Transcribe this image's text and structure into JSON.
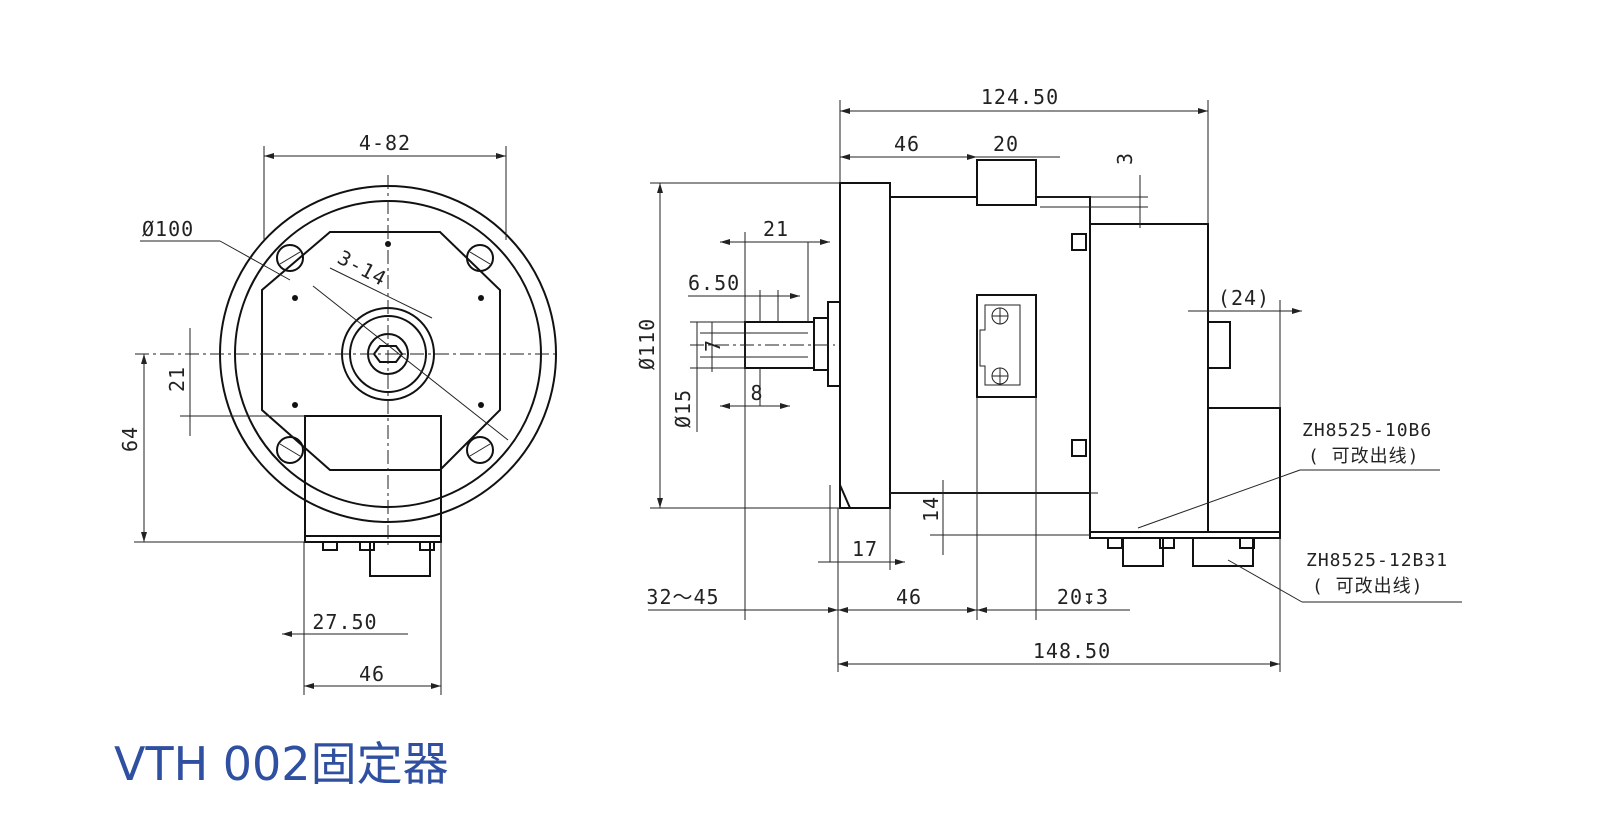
{
  "title": "VTH 002固定器",
  "colors": {
    "title": "#2f4fa0",
    "line": "#111111"
  },
  "front_view": {
    "dims": {
      "top_width": "4-82",
      "diameter": "Ø100",
      "holes": "3-14",
      "height_21": "21",
      "height_64": "64",
      "width_2750": "27.50",
      "width_46": "46"
    }
  },
  "side_view": {
    "dims": {
      "overall_top": "124.50",
      "d46_top": "46",
      "d20_top": "20",
      "d3": "3",
      "d21": "21",
      "d650": "6.50",
      "d7": "7",
      "d8": "8",
      "diam110": "Ø110",
      "diam15": "Ø15",
      "d24": "(24)",
      "d14": "14",
      "d17": "17",
      "range": "32～45",
      "d46_bottom": "46",
      "d20_depth": "20↧3",
      "overall_bottom": "148.50"
    },
    "notes": {
      "conn1_part": "ZH8525-10B6",
      "conn1_note": "( 可改出线)",
      "conn2_part": "ZH8525-12B31",
      "conn2_note": "( 可改出线)"
    }
  }
}
